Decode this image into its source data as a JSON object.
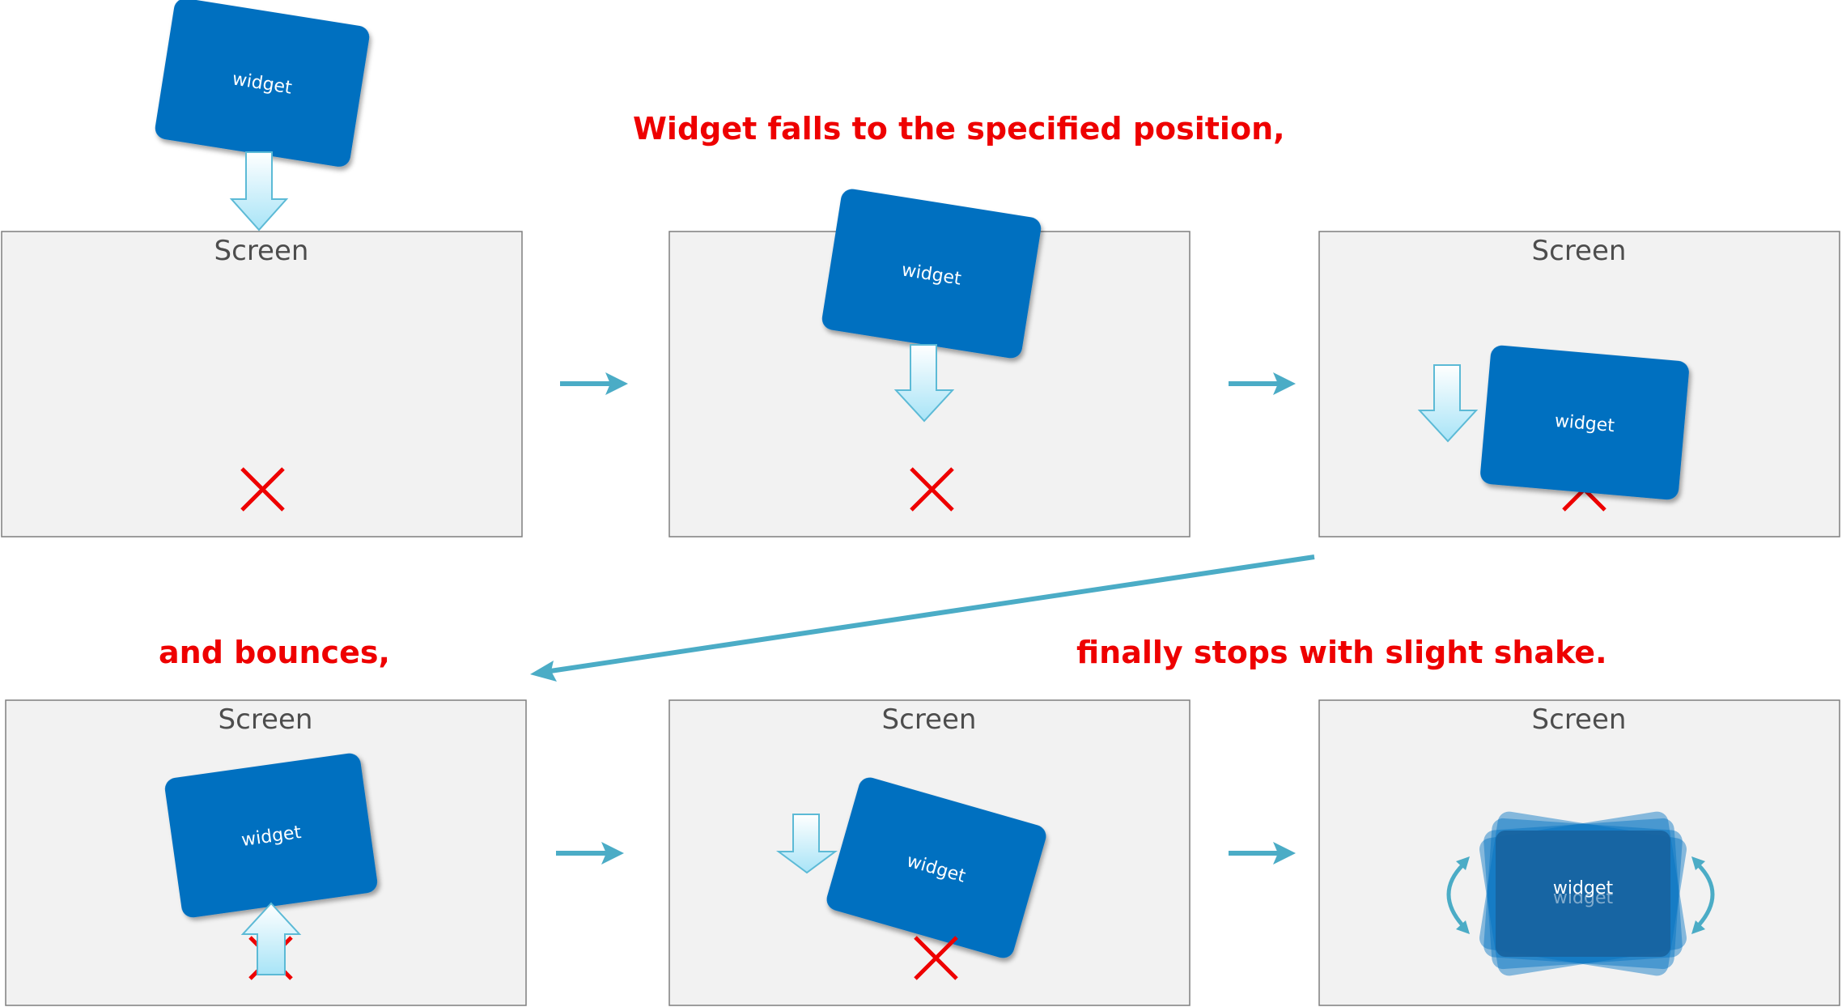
{
  "captions": {
    "falls": "Widget falls to the specified position,",
    "bounces": "and bounces,",
    "stops": "finally stops with slight shake."
  },
  "screen_label": "Screen",
  "widget_label": "widget",
  "colors": {
    "widget": "#0070c0",
    "screen_fill": "#f2f2f2",
    "screen_border": "#7f7f7f",
    "caption": "#ee0000",
    "flow_arrow": "#4bacc6",
    "target_mark": "#ee0000"
  },
  "icons": {
    "motion_arrow": "down-arrow-icon",
    "bounce_arrow": "up-arrow-icon",
    "target": "x-mark-icon",
    "shake": "curved-double-arrow-icon"
  }
}
